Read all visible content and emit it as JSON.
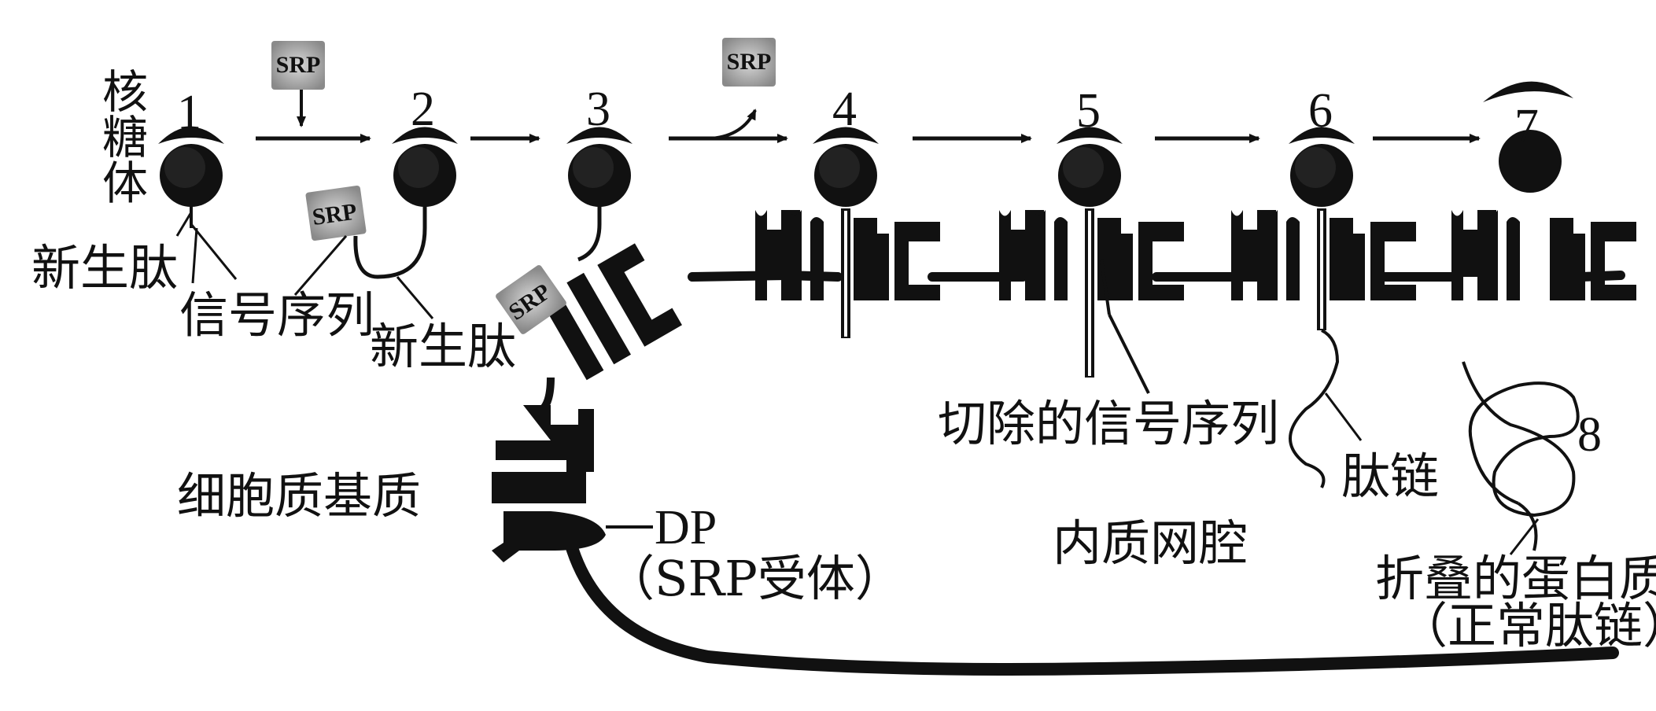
{
  "title": "SRP-mediated co-translational targeting to the endoplasmic reticulum",
  "steps": [
    "1",
    "2",
    "3",
    "4",
    "5",
    "6",
    "7",
    "8"
  ],
  "labels": {
    "ribosome": "核\n糖\n体",
    "nascent_peptide_1": "新生肽",
    "signal_sequence": "信号序列",
    "nascent_peptide_2": "新生肽",
    "srp": "SRP",
    "cytoplasmic_matrix": "细胞质基质",
    "dp": "DP",
    "dp_note": "（SRP受体）",
    "er_lumen": "内质网腔",
    "cleaved_signal": "切除的信号序列",
    "peptide_chain": "肽链",
    "folded_protein": "折叠的蛋白质",
    "folded_note": "（正常肽链）"
  }
}
